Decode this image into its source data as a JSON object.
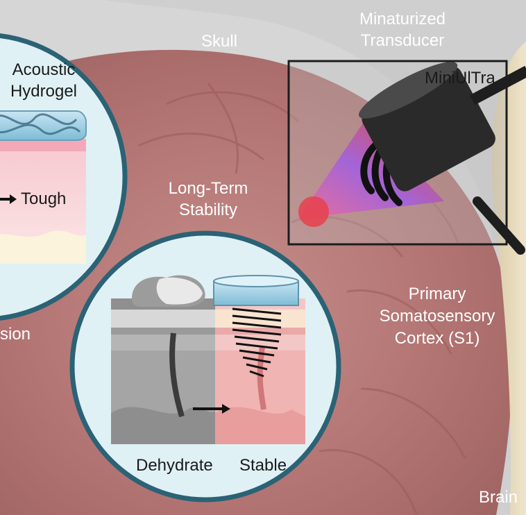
{
  "labels": {
    "skull": "Skull",
    "transducer_line1": "Minaturized",
    "transducer_line2": "Transducer",
    "device_name": "MiniUlTra",
    "hydrogel_line1": "Acoustic",
    "hydrogel_line2": "Hydrogel",
    "tough": "Tough",
    "stability_line1": "Long-Term",
    "stability_line2": "Stability",
    "cortex_line1": "Primary",
    "cortex_line2": "Somatosensory",
    "cortex_line3": "Cortex (S1)",
    "adhesion_partial": "sion",
    "dehydrate": "Dehydrate",
    "stable": "Stable",
    "brain": "Brain"
  },
  "colors": {
    "background_gray": "#d9d9d9",
    "brain_red": "#b87a78",
    "circle_fill": "#dff1f5",
    "circle_border": "#2b6275",
    "wave_blue": "#2b5570",
    "bone_beige": "#e8dcc0",
    "label_white": "#ffffff",
    "label_dark": "#1a1a1a"
  }
}
